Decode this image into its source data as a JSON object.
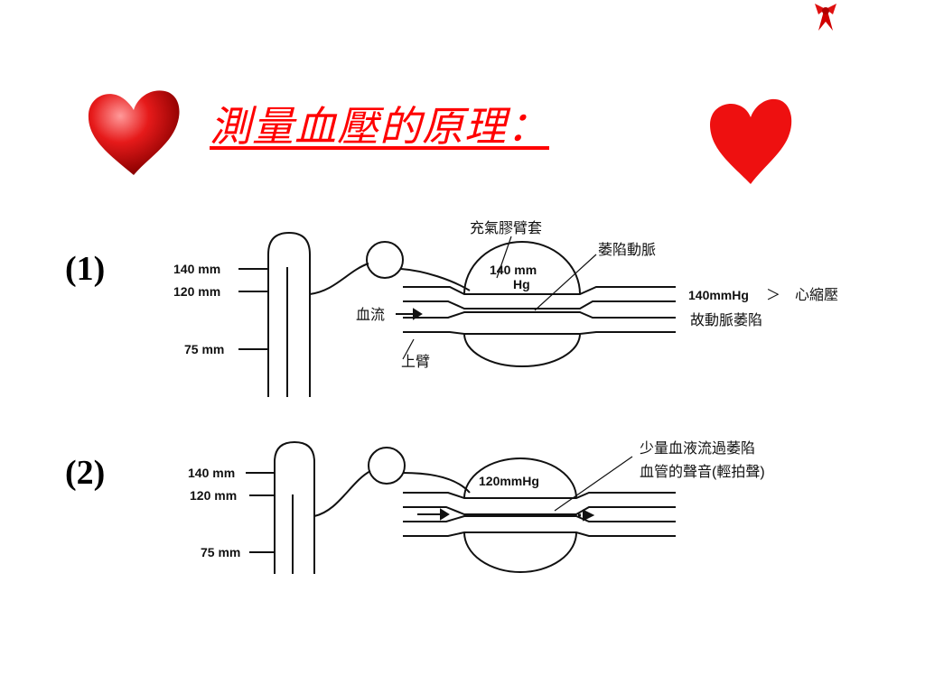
{
  "slide": {
    "title": "測量血壓的原理：",
    "figure1": {
      "number": "(1)",
      "scale_labels": [
        "140 mm",
        "120 mm",
        "75 mm"
      ],
      "cuff_label": "充氣膠臂套",
      "cuff_pressure": [
        "140 mm",
        "Hg"
      ],
      "collapsed_artery_label": "萎陷動脈",
      "blood_flow_label": "血流",
      "upper_arm_label": "上臂",
      "note_pressure": "140mmHg",
      "note_symbol": "＞",
      "note_compare": "心縮壓",
      "note_result": "故動脈萎陷"
    },
    "figure2": {
      "number": "(2)",
      "scale_labels": [
        "140 mm",
        "120 mm",
        "75 mm"
      ],
      "cuff_pressure": "120mmHg",
      "sound_note_line1": "少量血液流過萎陷",
      "sound_note_line2": "血管的聲音(輕拍聲)"
    }
  },
  "colors": {
    "title": "#ff0000",
    "heart": "#e01010",
    "line": "#111111"
  },
  "icons": [
    "heart-icon-left",
    "heart-icon-right",
    "corner-bow-icon"
  ]
}
